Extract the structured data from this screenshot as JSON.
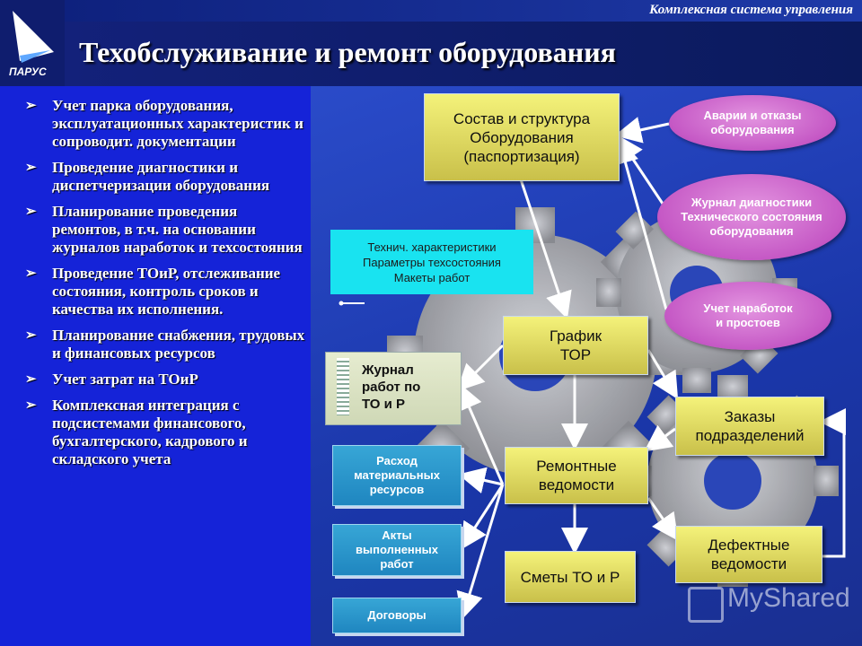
{
  "header": {
    "system_label": "Комплексная система управления",
    "title": "Техобслуживание и ремонт оборудования",
    "logo_text": "ПАРУС"
  },
  "bullets": [
    "Учет парка оборудования, эксплуатационных характеристик и сопроводит. документации",
    "Проведение диагностики и диспетчеризации оборудования",
    "Планирование проведения ремонтов, в т.ч. на основании журналов наработок и техсостояния",
    "Проведение ТОиР, отслеживание состояния, контроль сроков и качества их исполнения.",
    "Планирование снабжения, трудовых и финансовых ресурсов",
    "Учет затрат на ТОиР",
    "Комплексная интеграция с подсистемами финансового, бухгалтерского, кадрового и складского учета"
  ],
  "diagram": {
    "composition": [
      "Состав и структура",
      "Оборудования",
      "(паспортизация)"
    ],
    "schedule": [
      "График",
      "ТОР"
    ],
    "repair_sheets": [
      "Ремонтные",
      "ведомости"
    ],
    "estimates": "Сметы ТО и Р",
    "orders": [
      "Заказы",
      "подразделений"
    ],
    "defect_sheets": [
      "Дефектные",
      "ведомости"
    ],
    "failures": [
      "Аварии и отказы",
      "оборудования"
    ],
    "diagnostics_journal": [
      "Журнал диагностики",
      "Технического состояния",
      "оборудования"
    ],
    "operating_time": [
      "Учет наработок",
      "и простоев"
    ],
    "tech_note": [
      "Технич. характеристики",
      "Параметры техсостояния",
      "Макеты работ"
    ],
    "work_journal": "Журнал работ по ТО и Р",
    "materials": [
      "Расход",
      "материальных",
      "ресурсов"
    ],
    "acts": [
      "Акты",
      "выполненных",
      "работ"
    ],
    "contracts": "Договоры"
  },
  "watermark": "MyShared",
  "colors": {
    "left_panel": "#1523d8",
    "background": "#1a3590",
    "box_yellow": "#e2dd66",
    "oval_pink": "#c558c5",
    "doc_blue": "#2a95cc",
    "note_cyan": "#19e3f0"
  }
}
